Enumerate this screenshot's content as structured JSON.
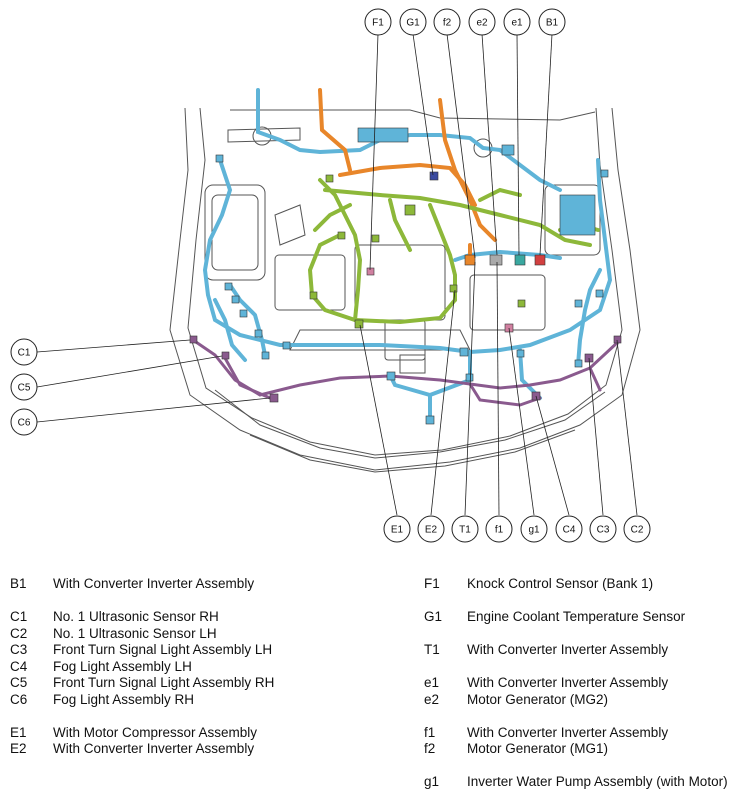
{
  "callouts_top": [
    "F1",
    "G1",
    "f2",
    "e2",
    "e1",
    "B1"
  ],
  "callouts_left": [
    "C1",
    "C5",
    "C6"
  ],
  "callouts_bottom": [
    "E1",
    "E2",
    "T1",
    "f1",
    "g1",
    "C4",
    "C3",
    "C2"
  ],
  "legend_left": [
    {
      "code": "B1",
      "desc": "With Converter Inverter Assembly"
    },
    {
      "code": "C1",
      "desc": "No. 1 Ultrasonic Sensor RH"
    },
    {
      "code": "C2",
      "desc": "No. 1 Ultrasonic Sensor LH"
    },
    {
      "code": "C3",
      "desc": "Front Turn Signal Light Assembly LH"
    },
    {
      "code": "C4",
      "desc": "Fog Light Assembly LH"
    },
    {
      "code": "C5",
      "desc": "Front Turn Signal Light Assembly RH"
    },
    {
      "code": "C6",
      "desc": "Fog Light Assembly RH"
    },
    {
      "code": "E1",
      "desc": "With Motor Compressor Assembly"
    },
    {
      "code": "E2",
      "desc": "With Converter Inverter Assembly"
    }
  ],
  "legend_right": [
    {
      "code": "F1",
      "desc": "Knock Control Sensor (Bank 1)"
    },
    {
      "code": "G1",
      "desc": "Engine Coolant Temperature Sensor"
    },
    {
      "code": "T1",
      "desc": "With Converter Inverter Assembly"
    },
    {
      "code": "e1",
      "desc": "With Converter Inverter Assembly"
    },
    {
      "code": "e2",
      "desc": "Motor Generator (MG2)"
    },
    {
      "code": "f1",
      "desc": "With Converter Inverter Assembly"
    },
    {
      "code": "f2",
      "desc": "Motor Generator (MG1)"
    },
    {
      "code": "g1",
      "desc": "Inverter Water Pump Assembly (with Motor)"
    }
  ],
  "colors": {
    "harness_blue": "#5fb4d8",
    "harness_green": "#8db83a",
    "harness_orange": "#e8862a",
    "harness_purple": "#8a5a8e",
    "outline": "#555555"
  }
}
